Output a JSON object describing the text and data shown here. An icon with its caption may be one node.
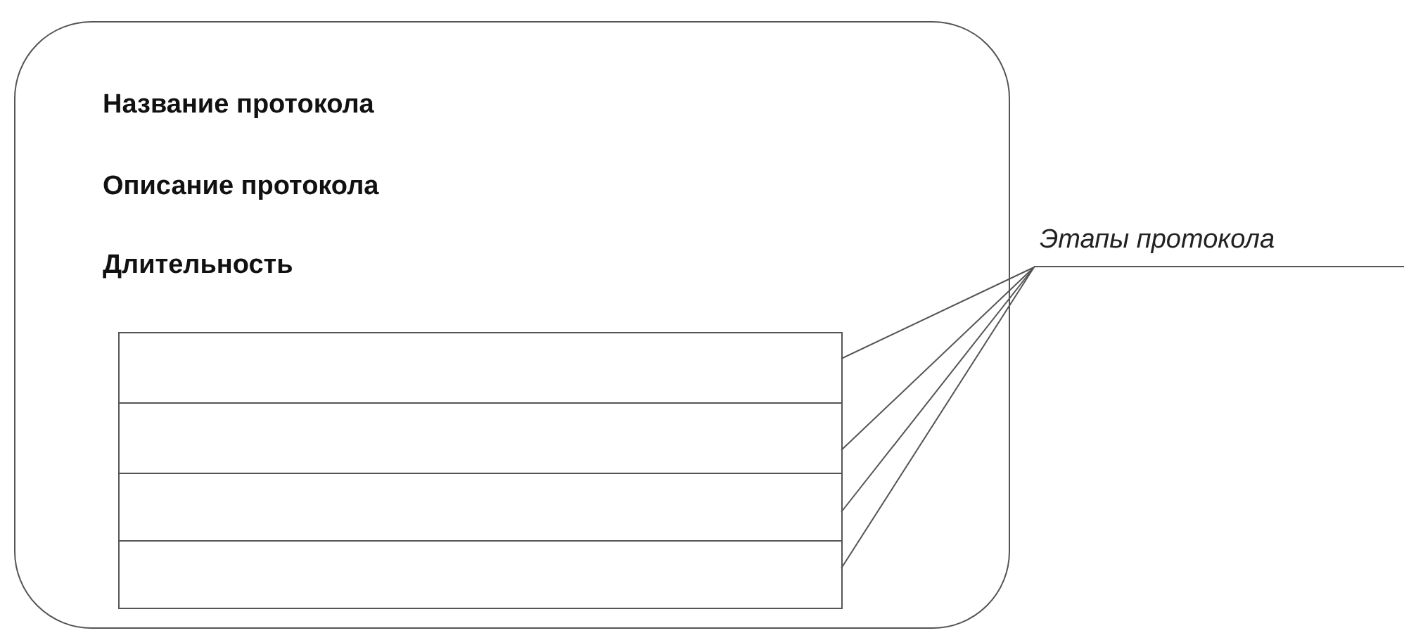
{
  "diagram": {
    "nodes": [
      {
        "text": [
          "Название протокола",
          "Описание протокола",
          "Длительность"
        ]
      },
      {
        "text": [],
        "shape": "box",
        "in": 0
      },
      {
        "text": [],
        "shape": "box",
        "in": 0
      },
      {
        "text": [],
        "shape": "box",
        "in": 0
      },
      {
        "text": [],
        "shape": "box",
        "in": 0
      },
      {
        "text": [
          "Этапы протокола"
        ]
      }
    ],
    "edges": [
      {
        "from": 5,
        "to": 1,
        "arrow": "none"
      },
      {
        "from": 5,
        "to": 2,
        "arrow": "none"
      },
      {
        "from": 5,
        "to": 3,
        "arrow": "none"
      },
      {
        "from": 5,
        "to": 4,
        "arrow": "none"
      }
    ]
  }
}
